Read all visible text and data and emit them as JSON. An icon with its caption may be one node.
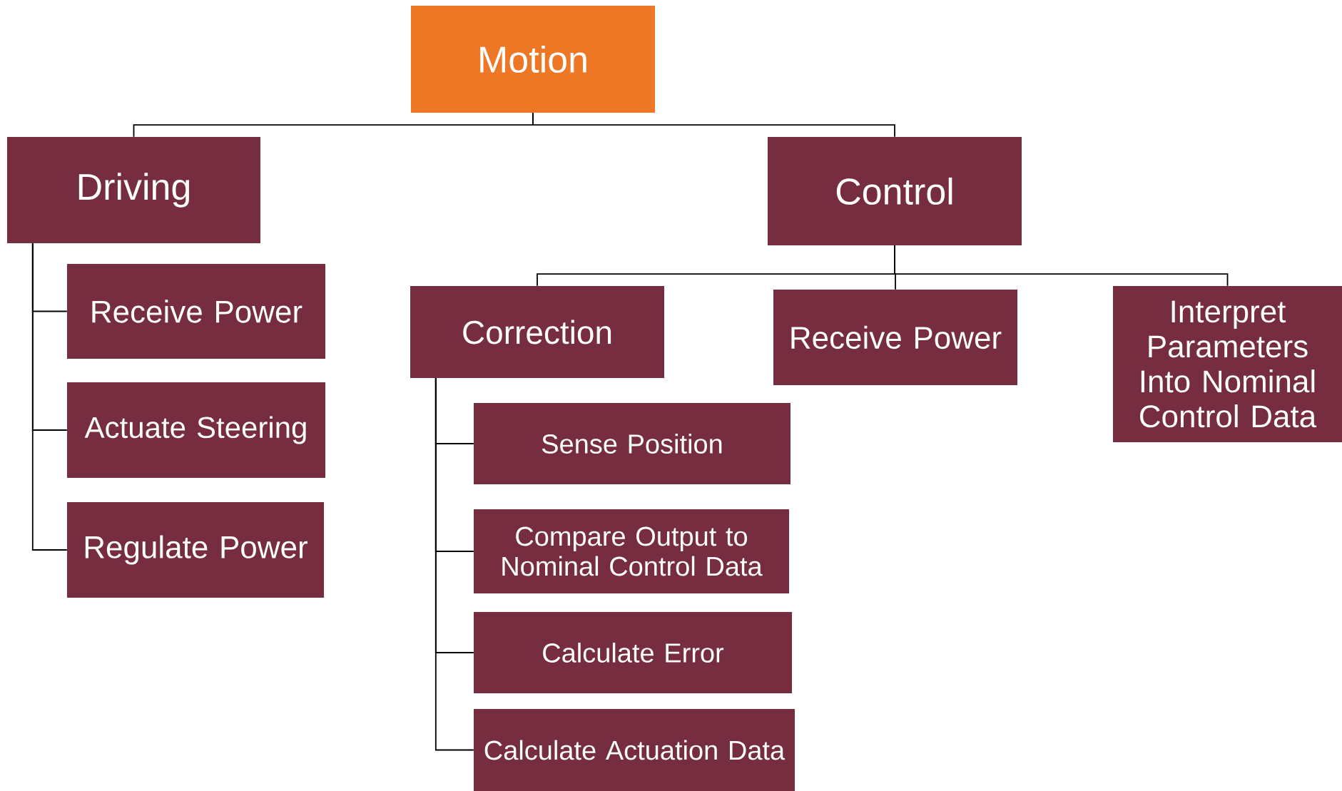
{
  "diagram": {
    "nodes": [
      {
        "text": [
          "Motion"
        ]
      },
      {
        "text": [
          "Driving"
        ]
      },
      {
        "text": [
          "Control"
        ]
      },
      {
        "text": [
          "Receive Power"
        ]
      },
      {
        "text": [
          "Actuate Steering"
        ]
      },
      {
        "text": [
          "Regulate Power"
        ]
      },
      {
        "text": [
          "Correction"
        ]
      },
      {
        "text": [
          "Receive Power"
        ]
      },
      {
        "text": [
          "Interpret Parameters Into Nominal Control Data"
        ]
      },
      {
        "text": [
          "Sense Position"
        ]
      },
      {
        "text": [
          "Compare Output to Nominal Control Data"
        ]
      },
      {
        "text": [
          "Calculate Error"
        ]
      },
      {
        "text": [
          "Calculate Actuation Data"
        ]
      }
    ],
    "edges": [
      {
        "from": 0,
        "to": 1,
        "arrow": "none"
      },
      {
        "from": 0,
        "to": 2,
        "arrow": "none"
      },
      {
        "from": 1,
        "to": 3,
        "arrow": "none"
      },
      {
        "from": 1,
        "to": 4,
        "arrow": "none"
      },
      {
        "from": 1,
        "to": 5,
        "arrow": "none"
      },
      {
        "from": 2,
        "to": 6,
        "arrow": "none"
      },
      {
        "from": 2,
        "to": 7,
        "arrow": "none"
      },
      {
        "from": 2,
        "to": 8,
        "arrow": "none"
      },
      {
        "from": 6,
        "to": 9,
        "arrow": "none"
      },
      {
        "from": 6,
        "to": 10,
        "arrow": "none"
      },
      {
        "from": 6,
        "to": 11,
        "arrow": "none"
      },
      {
        "from": 6,
        "to": 12,
        "arrow": "none"
      }
    ]
  }
}
